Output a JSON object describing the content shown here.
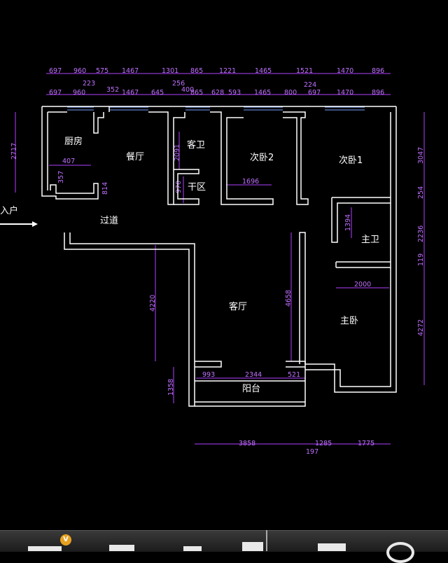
{
  "rooms": {
    "kitchen": "厨房",
    "dining": "餐厅",
    "guest_bath": "客卫",
    "dry_area": "干区",
    "bedroom2": "次卧2",
    "bedroom1": "次卧1",
    "master_bath": "主卫",
    "master_bed": "主卧",
    "living": "客厅",
    "balcony": "阳台",
    "corridor": "过道",
    "entrance": "入户"
  },
  "dims": {
    "top1": [
      "697",
      "960",
      "575",
      "1467",
      "1301",
      "865",
      "1221",
      "1465",
      "1521",
      "1470",
      "896"
    ],
    "top2": [
      "697",
      "960",
      "352",
      "1467",
      "645",
      "865",
      "628",
      "593",
      "1465",
      "800",
      "697",
      "1470",
      "896"
    ],
    "top_extra": [
      "223",
      "256",
      "400",
      "224"
    ],
    "left": "2717",
    "kitchen_w": "407",
    "kitchen_h1": "357",
    "kitchen_h2": "814",
    "bath_h": "2091",
    "dry_h": "970",
    "bed2_w": "1696",
    "mbath_h": "1394",
    "mbed_w": "2000",
    "corridor_h": "4220",
    "living_h": "4658",
    "balcony_h": "1358",
    "balc_l": "993",
    "balc_w": "2344",
    "balc_r": "521",
    "right": [
      "3047",
      "254",
      "2236",
      "119",
      "4272"
    ],
    "bottom": [
      "3858",
      "1285",
      "1775"
    ],
    "bottom2": "197"
  }
}
